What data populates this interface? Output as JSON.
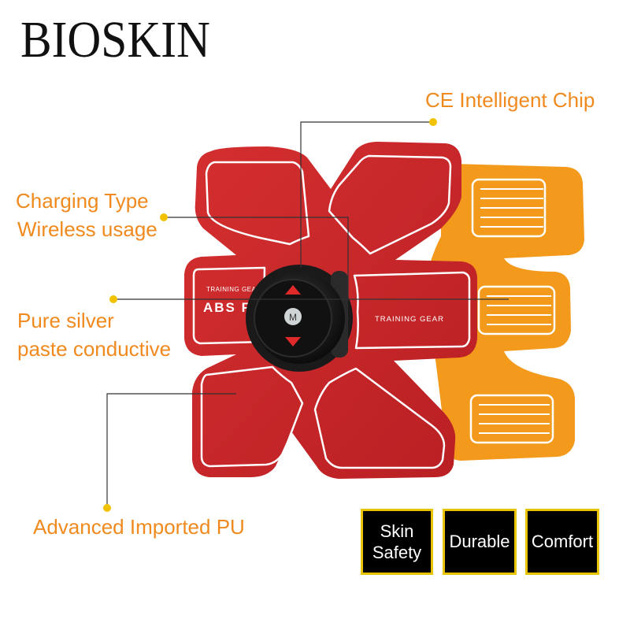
{
  "brand": "BIOSKIN",
  "callouts": {
    "chip": "CE Intelligent Chip",
    "charging_line1": "Charging Type",
    "charging_line2": "Wireless usage",
    "silver_line1": "Pure silver",
    "silver_line2": "paste conductive",
    "pu": "Advanced Imported PU"
  },
  "pad_text": {
    "top_small": "TRAINING GEAR",
    "big": "ABS FIT",
    "right": "TRAINING GEAR"
  },
  "controller_button": "M",
  "badges": {
    "skin_line1": "Skin",
    "skin_line2": "Safety",
    "durable": "Durable",
    "comfort": "Comfort"
  },
  "colors": {
    "label": "#f08a1e",
    "red_pad": "#c8262a",
    "orange_pad": "#f39a1c",
    "badge_border": "#e7c300"
  }
}
